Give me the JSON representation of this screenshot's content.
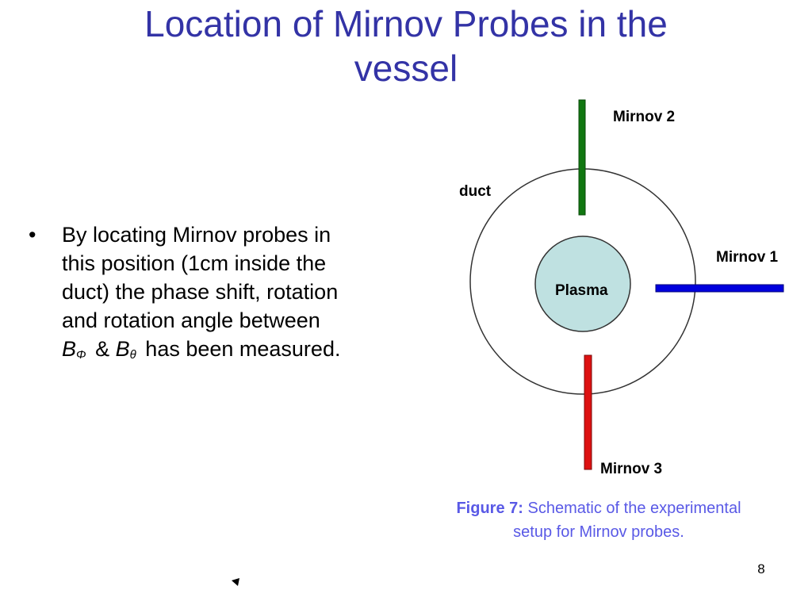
{
  "slide": {
    "title_line1": "Location of Mirnov Probes in the",
    "title_line2": "vessel",
    "bullet": {
      "text_line1": "By locating Mirnov probes in",
      "text_line2": "this position (1cm inside the",
      "text_line3": "duct) the phase shift, rotation",
      "text_line4": "and rotation angle between",
      "sym_b": "B",
      "sub_phi": "Φ",
      "amp": "&",
      "sub_theta": "θ",
      "text_tail": "has been measured."
    },
    "page_number": "8"
  },
  "diagram": {
    "labels": {
      "mirnov2": "Mirnov 2",
      "mirnov1": "Mirnov 1",
      "mirnov3": "Mirnov 3",
      "duct": "duct",
      "plasma": "Plasma"
    },
    "colors": {
      "mirnov1": "#0000dd",
      "mirnov2": "#117711",
      "mirnov3": "#dd1111",
      "plasma_fill": "#bfe1e1",
      "outline": "#333333"
    }
  },
  "caption": {
    "head": "Figure 7:",
    "line1": "Schematic of the experimental",
    "line2": "setup for Mirnov probes."
  }
}
